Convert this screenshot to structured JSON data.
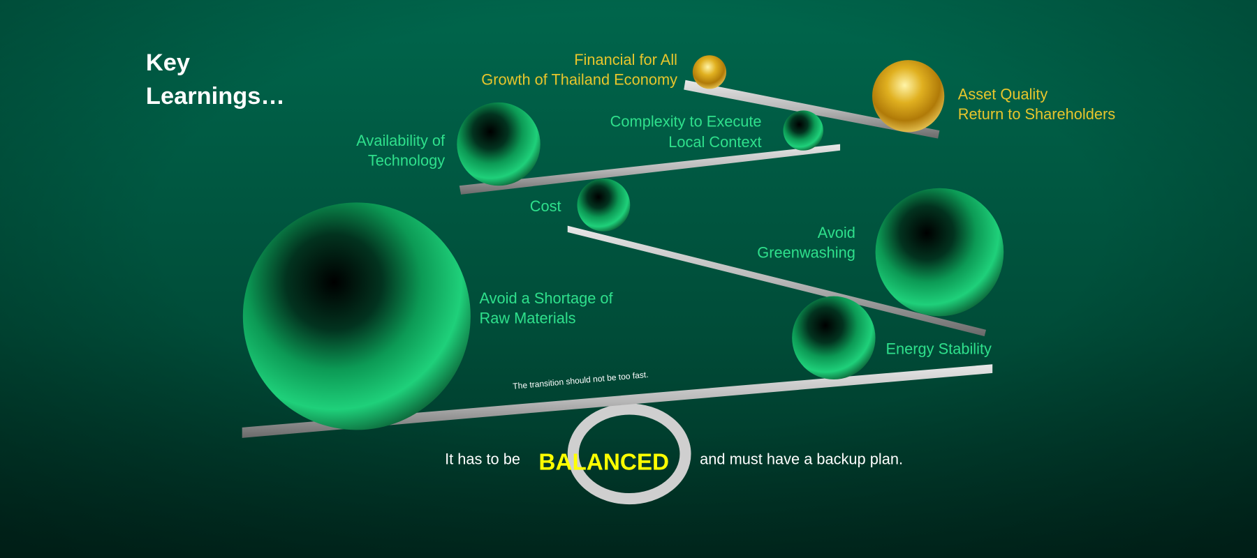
{
  "title": {
    "line1": "Key",
    "line2": "Learnings…"
  },
  "labels": {
    "financial_for_all": "Financial for All",
    "growth_thailand": "Growth of Thailand Economy",
    "asset_quality": "Asset Quality",
    "return_shareholders": "Return to Shareholders",
    "availability_1": "Availability of",
    "availability_2": "Technology",
    "complexity": "Complexity to Execute",
    "local_context": "Local Context",
    "cost": "Cost",
    "avoid": "Avoid",
    "greenwashing": "Greenwashing",
    "shortage_1": "Avoid a Shortage of",
    "shortage_2": "Raw Materials",
    "energy": "Energy Stability"
  },
  "plank_note": "The transition should not be too fast.",
  "footer": {
    "prefix": "It has to be",
    "emphasis": "BALANCED",
    "suffix": "and must have a backup plan."
  },
  "colors": {
    "gold_text": "#e8c62c",
    "green_text": "#2fe08c",
    "emphasis": "#ffff00",
    "background": "#005a42"
  }
}
